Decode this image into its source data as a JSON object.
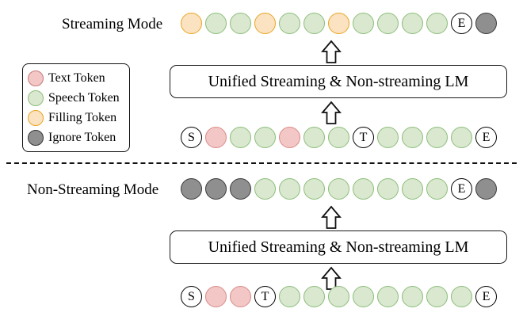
{
  "colors": {
    "speech": "#d9e8cf",
    "speech_border": "#8cbe7a",
    "text": "#f2c7c5",
    "text_border": "#d98b89",
    "filling": "#fbe2c0",
    "filling_border": "#e9a522",
    "ignore": "#8f8f8f",
    "ignore_border": "#3a3a3a",
    "marker": "#ffffff",
    "outline": "#000000"
  },
  "legend": {
    "items": [
      {
        "type": "text",
        "label": "Text Token"
      },
      {
        "type": "speech",
        "label": "Speech Token"
      },
      {
        "type": "filling",
        "label": "Filling Token"
      },
      {
        "type": "ignore",
        "label": "Ignore Token"
      }
    ]
  },
  "streaming": {
    "label": "Streaming Mode",
    "output_row": {
      "tokens": [
        {
          "type": "filling",
          "text": ""
        },
        {
          "type": "speech",
          "text": ""
        },
        {
          "type": "speech",
          "text": ""
        },
        {
          "type": "filling",
          "text": ""
        },
        {
          "type": "speech",
          "text": ""
        },
        {
          "type": "speech",
          "text": ""
        },
        {
          "type": "filling",
          "text": ""
        },
        {
          "type": "speech",
          "text": ""
        },
        {
          "type": "speech",
          "text": ""
        },
        {
          "type": "speech",
          "text": ""
        },
        {
          "type": "speech",
          "text": ""
        },
        {
          "type": "marker",
          "text": "E"
        },
        {
          "type": "ignore",
          "text": ""
        }
      ]
    },
    "input_row": {
      "tokens": [
        {
          "type": "marker",
          "text": "S"
        },
        {
          "type": "text",
          "text": ""
        },
        {
          "type": "speech",
          "text": ""
        },
        {
          "type": "speech",
          "text": ""
        },
        {
          "type": "text",
          "text": ""
        },
        {
          "type": "speech",
          "text": ""
        },
        {
          "type": "speech",
          "text": ""
        },
        {
          "type": "marker",
          "text": "T"
        },
        {
          "type": "speech",
          "text": ""
        },
        {
          "type": "speech",
          "text": ""
        },
        {
          "type": "speech",
          "text": ""
        },
        {
          "type": "speech",
          "text": ""
        },
        {
          "type": "marker",
          "text": "E"
        }
      ]
    },
    "lm_label": "Unified Streaming & Non-streaming LM"
  },
  "non_streaming": {
    "label": "Non-Streaming Mode",
    "output_row": {
      "tokens": [
        {
          "type": "ignore",
          "text": ""
        },
        {
          "type": "ignore",
          "text": ""
        },
        {
          "type": "ignore",
          "text": ""
        },
        {
          "type": "speech",
          "text": ""
        },
        {
          "type": "speech",
          "text": ""
        },
        {
          "type": "speech",
          "text": ""
        },
        {
          "type": "speech",
          "text": ""
        },
        {
          "type": "speech",
          "text": ""
        },
        {
          "type": "speech",
          "text": ""
        },
        {
          "type": "speech",
          "text": ""
        },
        {
          "type": "speech",
          "text": ""
        },
        {
          "type": "marker",
          "text": "E"
        },
        {
          "type": "ignore",
          "text": ""
        }
      ]
    },
    "input_row": {
      "tokens": [
        {
          "type": "marker",
          "text": "S"
        },
        {
          "type": "text",
          "text": ""
        },
        {
          "type": "text",
          "text": ""
        },
        {
          "type": "marker",
          "text": "T"
        },
        {
          "type": "speech",
          "text": ""
        },
        {
          "type": "speech",
          "text": ""
        },
        {
          "type": "speech",
          "text": ""
        },
        {
          "type": "speech",
          "text": ""
        },
        {
          "type": "speech",
          "text": ""
        },
        {
          "type": "speech",
          "text": ""
        },
        {
          "type": "speech",
          "text": ""
        },
        {
          "type": "speech",
          "text": ""
        },
        {
          "type": "marker",
          "text": "E"
        }
      ]
    },
    "lm_label": "Unified Streaming & Non-streaming LM"
  }
}
